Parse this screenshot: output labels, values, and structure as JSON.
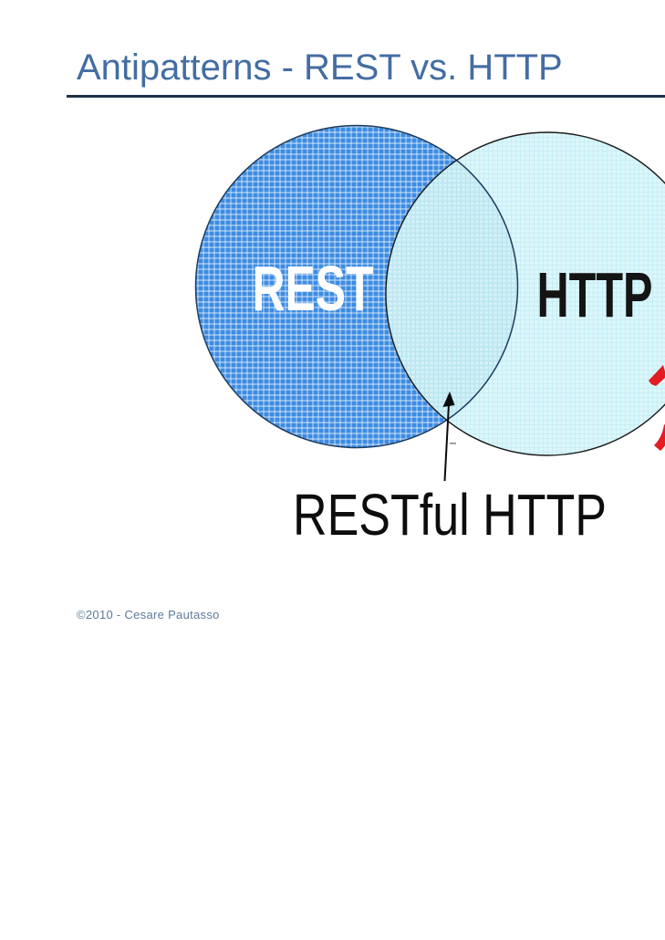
{
  "slide": {
    "title": "Antipatterns - REST vs. HTTP",
    "venn": {
      "left_label": "REST",
      "right_label": "HTTP",
      "intersection_label": "RESTful HTTP"
    },
    "footer": {
      "copyright": "©2010 - Cesare Pautasso"
    },
    "colors": {
      "title_text": "#436da3",
      "title_rule": "#1d3147",
      "rest_circle_fill": "#3d8ce2",
      "rest_circle_stroke": "#1e3c5e",
      "http_circle_fill": "#dcf7fb",
      "http_circle_stroke": "#1b1b1b",
      "intersection_fill": "#cdeef6",
      "arrow_black": "#0a0a0a",
      "accent_red": "#e21d24",
      "copyright_text": "#5f7b99"
    }
  }
}
